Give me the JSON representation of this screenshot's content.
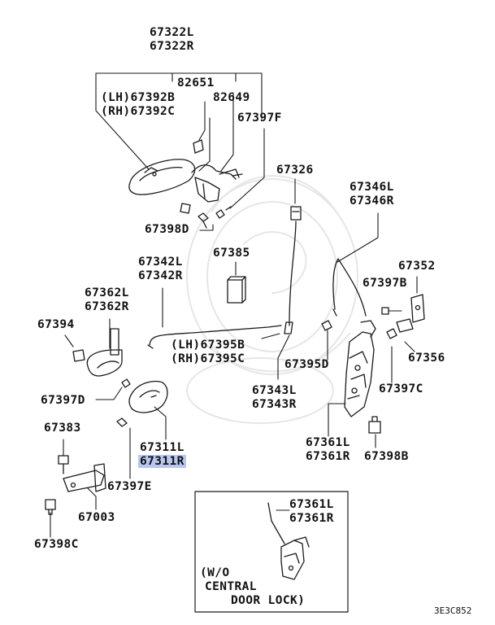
{
  "labels": {
    "l67322": [
      "67322L",
      "67322R"
    ],
    "l82651": "82651",
    "l67392": [
      "(LH)67392B",
      "(RH)67392C"
    ],
    "l82649": "82649",
    "l67397F": "67397F",
    "l67398D": "67398D",
    "l67326": "67326",
    "l67346": [
      "67346L",
      "67346R"
    ],
    "l67385": "67385",
    "l67342": [
      "67342L",
      "67342R"
    ],
    "l67352": "67352",
    "l67362": [
      "67362L",
      "67362R"
    ],
    "l67397B": "67397B",
    "l67394": "67394",
    "l67395": [
      "(LH)67395B",
      "(RH)67395C"
    ],
    "l67356": "67356",
    "l67395D": "67395D",
    "l67397D": "67397D",
    "l67343": [
      "67343L",
      "67343R"
    ],
    "l67397C": "67397C",
    "l67383": "67383",
    "l67311": [
      "67311L",
      "67311R"
    ],
    "l67361": [
      "67361L",
      "67361R"
    ],
    "l67398B": "67398B",
    "l67397E": "67397E",
    "l67003": "67003",
    "l67398C": "67398C",
    "inset_labels": [
      "67361L",
      "67361R"
    ],
    "inset_note": [
      "(W/O",
      "CENTRAL",
      "DOOR LOCK)"
    ],
    "diagram_code": "3E3C852"
  },
  "highlight_color": "#b9c6ef"
}
